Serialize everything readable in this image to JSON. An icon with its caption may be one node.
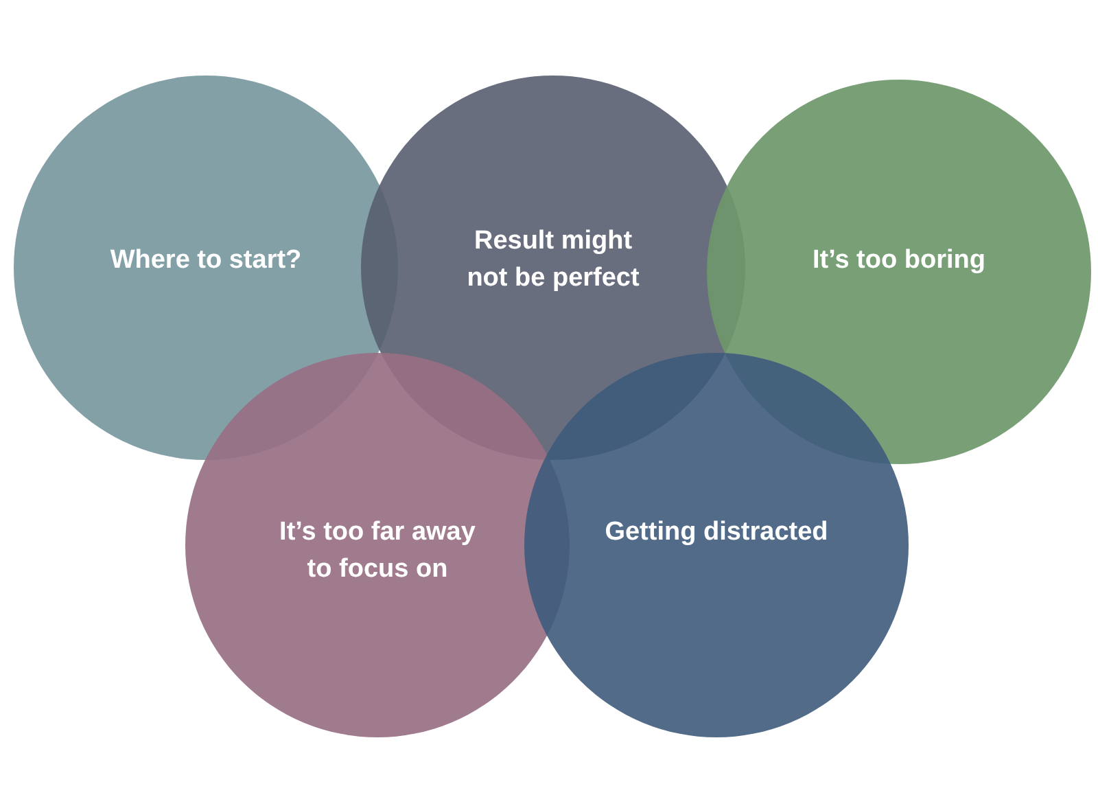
{
  "diagram": {
    "nodes": [
      {
        "text": [
          "Where to start?"
        ]
      },
      {
        "text": [
          "Result might not be perfect"
        ]
      },
      {
        "text": [
          "It’s too boring"
        ]
      },
      {
        "text": [
          "It’s too far away to focus on"
        ]
      },
      {
        "text": [
          "Getting distracted"
        ]
      }
    ]
  }
}
